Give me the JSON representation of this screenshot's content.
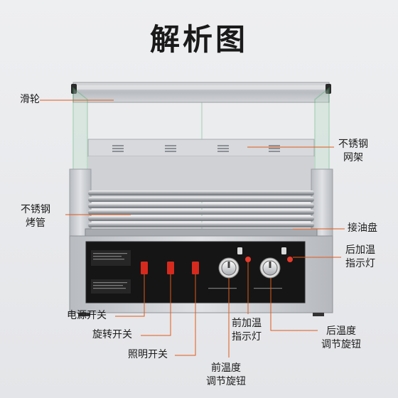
{
  "title": "解析图",
  "labels": {
    "pulley": "滑轮",
    "mesh_rack": "不锈钢\n网架",
    "heating_tube": "不锈钢\n烤管",
    "drip_tray": "接油盘",
    "rear_indicator": "后加温\n指示灯",
    "power_switch": "电源开关",
    "rotate_switch": "旋转开关",
    "light_switch": "照明开关",
    "front_indicator": "前加温\n指示灯",
    "rear_knob": "后温度\n调节旋钮",
    "front_knob": "前温度\n调节旋钮"
  },
  "colors": {
    "accent_line": "#e05a1c",
    "panel": "#151515",
    "switch_red": "#d62a1e",
    "steel": "#c9ccd0"
  }
}
